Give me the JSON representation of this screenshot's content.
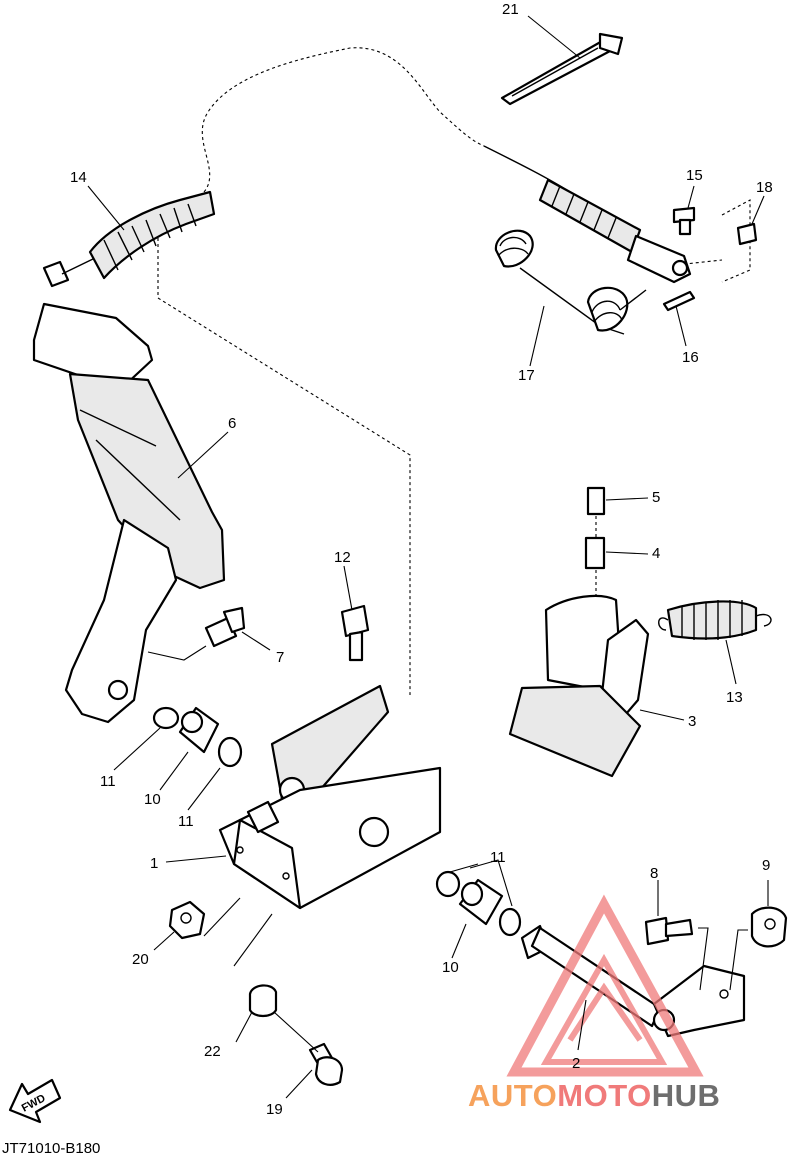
{
  "diagram": {
    "diagram_code": "JT71010-B180",
    "direction_label": "FWD",
    "callouts": [
      {
        "id": "c21",
        "label": "21"
      },
      {
        "id": "c14",
        "label": "14"
      },
      {
        "id": "c15",
        "label": "15"
      },
      {
        "id": "c18",
        "label": "18"
      },
      {
        "id": "c17",
        "label": "17"
      },
      {
        "id": "c16",
        "label": "16"
      },
      {
        "id": "c6",
        "label": "6"
      },
      {
        "id": "c5",
        "label": "5"
      },
      {
        "id": "c4",
        "label": "4"
      },
      {
        "id": "c12",
        "label": "12"
      },
      {
        "id": "c13",
        "label": "13"
      },
      {
        "id": "c7",
        "label": "7"
      },
      {
        "id": "c3",
        "label": "3"
      },
      {
        "id": "c11a",
        "label": "11"
      },
      {
        "id": "c10a",
        "label": "10"
      },
      {
        "id": "c11b",
        "label": "11"
      },
      {
        "id": "c1",
        "label": "1"
      },
      {
        "id": "c11c",
        "label": "11"
      },
      {
        "id": "c8",
        "label": "8"
      },
      {
        "id": "c9",
        "label": "9"
      },
      {
        "id": "c20",
        "label": "20"
      },
      {
        "id": "c10b",
        "label": "10"
      },
      {
        "id": "c22",
        "label": "22"
      },
      {
        "id": "c2",
        "label": "2"
      },
      {
        "id": "c19",
        "label": "19"
      }
    ]
  },
  "watermark": {
    "part1": "AUTO",
    "part2": "MOTO",
    "part3": "HUB",
    "colors": {
      "part1": "#f6a25c",
      "part2": "#f07a7a",
      "part3": "#6e6e6e",
      "logo": "#f07a7a"
    }
  }
}
